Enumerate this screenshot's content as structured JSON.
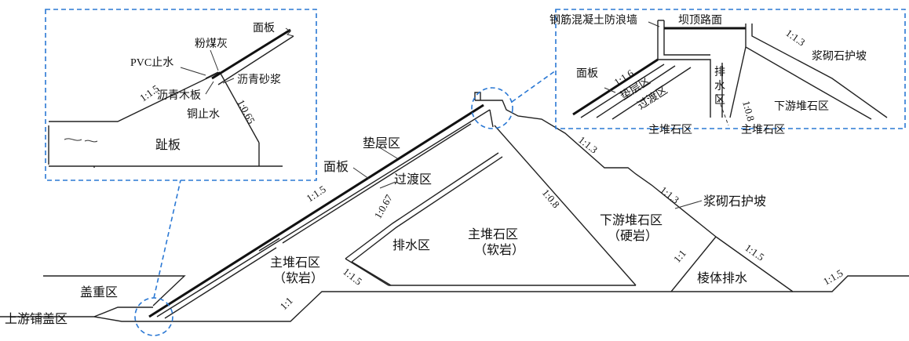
{
  "labels": {
    "upstream_blanket": "上游铺盖区",
    "cover_weight": "盖重区",
    "main_rock_soft_left": "主堆石区",
    "soft_rock_paren_left": "（软岩）",
    "main_rock_soft_center": "主堆石区",
    "soft_rock_paren_center": "（软岩）",
    "drain_zone": "排水区",
    "cushion_zone": "垫层区",
    "face_slab": "面板",
    "transition_zone": "过渡区",
    "downstream_rock": "下游堆石区",
    "hard_rock_paren": "（硬岩）",
    "prism_drain": "棱体排水",
    "masonry_slope": "浆砌石护坡"
  },
  "slopes": {
    "up_1_1_5": "1:1.5",
    "inner_1_0_67": "1:0.67",
    "inner_1_0_8": "1:0.8",
    "down_1_1_3_a": "1:1.3",
    "down_1_1_3_b": "1:1.3",
    "toe_1_1": "1:1",
    "prism_1_1": "1:1",
    "prism_1_1_5": "1:1.5",
    "right_1_1_5": "1:1.5",
    "base_1_1_5": "1:1.5",
    "left_1_1": "1:1"
  },
  "detail_left": {
    "face_slab": "面板",
    "fly_ash": "粉煤灰",
    "pvc_stop": "PVC止水",
    "asphalt_mortar": "沥青砂浆",
    "asphalt_board": "沥青木板",
    "copper_stop": "铜止水",
    "toe_slab": "趾板",
    "slope_1_1_5": "1:1.5",
    "slope_1_0_65": "1:0.65"
  },
  "detail_right": {
    "parapet": "钢筋混凝土防浪墙",
    "crest_road": "坝顶路面",
    "masonry_slope": "浆砌石护坡",
    "face_slab": "面板",
    "cushion": "垫层区",
    "transition": "过渡区",
    "drain": [
      "排",
      "水",
      "区"
    ],
    "main_rock_a": "主堆石区",
    "main_rock_b": "主堆石区",
    "downstream_rock": "下游堆石区",
    "slope_1_1_6": "1:1.6",
    "slope_1_1_3": "1:1.3",
    "slope_1_0_8": "1:0.8"
  }
}
